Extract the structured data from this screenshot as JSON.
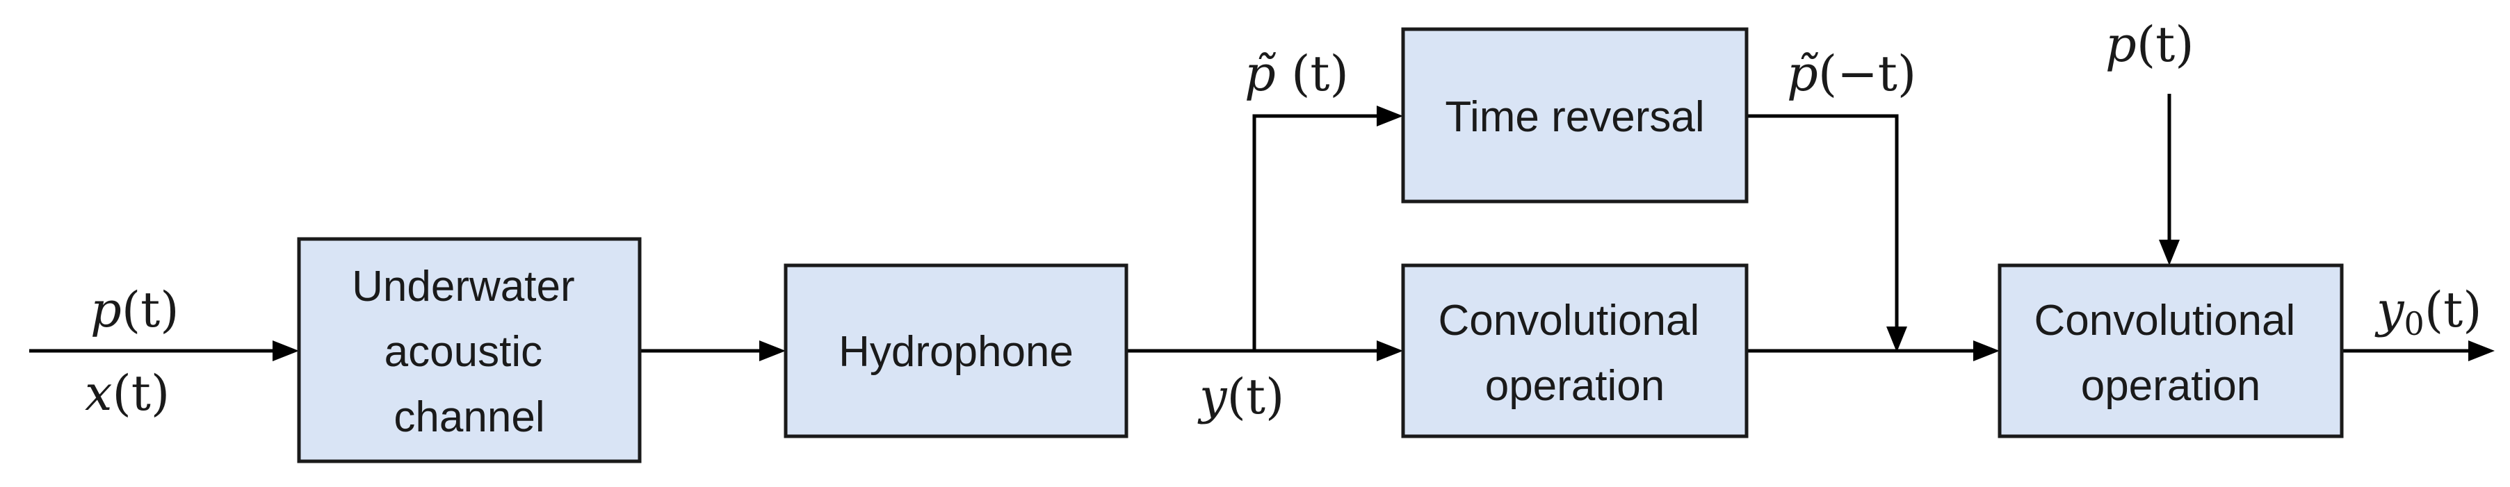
{
  "blocks": {
    "channel": {
      "lines": [
        "Underwater",
        "acoustic",
        "channel"
      ]
    },
    "hydrophone": {
      "lines": [
        "Hydrophone"
      ]
    },
    "time_reversal": {
      "lines": [
        "Time reversal"
      ]
    },
    "conv1": {
      "lines": [
        "Convolutional",
        "operation"
      ]
    },
    "conv2": {
      "lines": [
        "Convolutional",
        "operation"
      ]
    }
  },
  "signals": {
    "input_top": {
      "base": "p",
      "arg": "(t)"
    },
    "input_bottom": {
      "base": "x",
      "arg": "(t)"
    },
    "hydrophone_output": {
      "base": "y",
      "arg": "(t)"
    },
    "branch_upper": {
      "base": "p̃",
      "arg": " (t)"
    },
    "reversed": {
      "base": "p̃",
      "arg": "(−t)"
    },
    "reference": {
      "base": "p",
      "arg": "(t)"
    },
    "output": {
      "base": "y",
      "sub": "0",
      "arg": "(t)"
    }
  },
  "colors": {
    "block_fill": "#d9e4f5",
    "stroke": "#1a1a1a"
  }
}
